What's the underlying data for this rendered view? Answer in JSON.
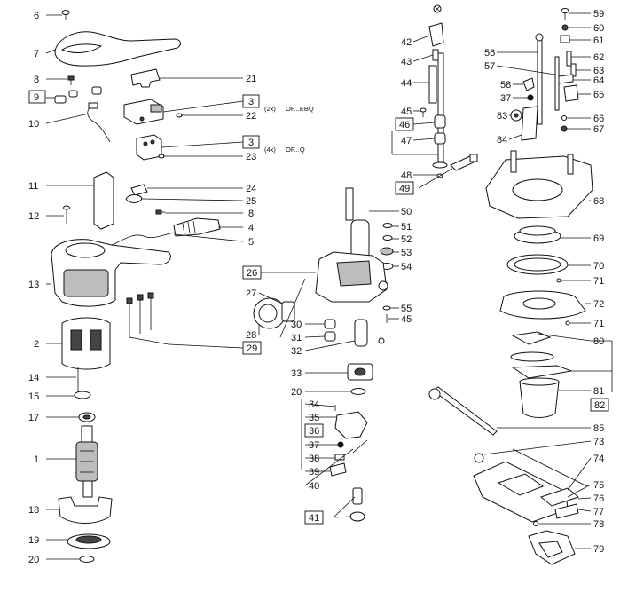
{
  "callouts": {
    "c1": "1",
    "c2": "2",
    "c3": "3",
    "c4": "4",
    "c5": "5",
    "c6": "6",
    "c7": "7",
    "c8": "8",
    "c9": "9",
    "c10": "10",
    "c11": "11",
    "c12": "12",
    "c13": "13",
    "c14": "14",
    "c15": "15",
    "c17": "17",
    "c18": "18",
    "c19": "19",
    "c20": "20",
    "c21": "21",
    "c22": "22",
    "c23": "23",
    "c24": "24",
    "c25": "25",
    "c26": "26",
    "c27": "27",
    "c28": "28",
    "c29": "29",
    "c30": "30",
    "c31": "31",
    "c32": "32",
    "c33": "33",
    "c34": "34",
    "c35": "35",
    "c36": "36",
    "c37": "37",
    "c38": "38",
    "c39": "39",
    "c40": "40",
    "c41": "41",
    "c42": "42",
    "c43": "43",
    "c44": "44",
    "c45": "45",
    "c46": "46",
    "c47": "47",
    "c48": "48",
    "c49": "49",
    "c50": "50",
    "c51": "51",
    "c52": "52",
    "c53": "53",
    "c54": "54",
    "c55": "55",
    "c56": "56",
    "c57": "57",
    "c58": "58",
    "c59": "59",
    "c60": "60",
    "c61": "61",
    "c62": "62",
    "c63": "63",
    "c64": "64",
    "c65": "65",
    "c66": "66",
    "c67": "67",
    "c68": "68",
    "c69": "69",
    "c70": "70",
    "c71": "71",
    "c72": "72",
    "c73": "73",
    "c74": "74",
    "c75": "75",
    "c76": "76",
    "c77": "77",
    "c78": "78",
    "c79": "79",
    "c80": "80",
    "c81": "81",
    "c82": "82",
    "c83": "83",
    "c84": "84",
    "c85": "85"
  },
  "notes": {
    "qty_22": "(2x)",
    "variant_22": "OF...EBQ",
    "qty_23": "(4x)",
    "variant_23": "OF...Q"
  }
}
